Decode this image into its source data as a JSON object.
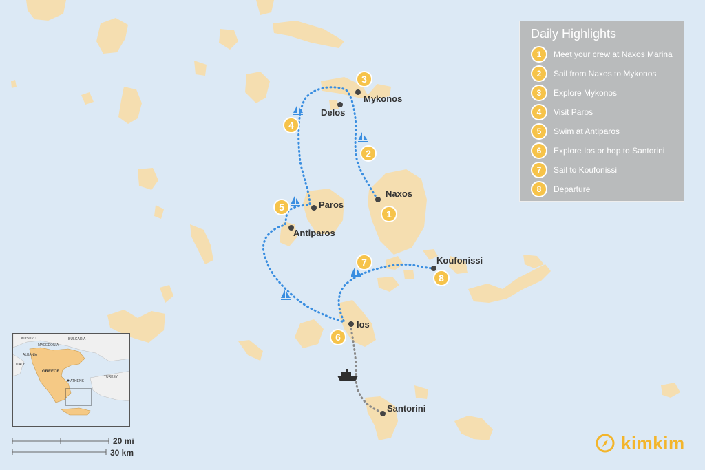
{
  "map": {
    "colors": {
      "water": "#dce9f5",
      "land": "#f5deb0",
      "sail_route": "#3a8ee0",
      "ferry_route": "#8a8a8a",
      "badge": "#f6c34a",
      "town_dot": "#444444"
    },
    "towns": [
      {
        "id": "mykonos",
        "label": "Mykonos"
      },
      {
        "id": "delos",
        "label": "Delos"
      },
      {
        "id": "naxos",
        "label": "Naxos"
      },
      {
        "id": "paros",
        "label": "Paros"
      },
      {
        "id": "antiparos",
        "label": "Antiparos"
      },
      {
        "id": "koufonissi",
        "label": "Koufonissi"
      },
      {
        "id": "ios",
        "label": "Ios"
      },
      {
        "id": "santorini",
        "label": "Santorini"
      }
    ],
    "day_markers": [
      "1",
      "2",
      "3",
      "4",
      "5",
      "6",
      "7",
      "8"
    ],
    "icons": [
      "sailboat-icon",
      "ferry-icon"
    ]
  },
  "legend": {
    "title": "Daily Highlights",
    "items": [
      {
        "num": "1",
        "text": "Meet your crew at Naxos Marina"
      },
      {
        "num": "2",
        "text": "Sail from Naxos to Mykonos"
      },
      {
        "num": "3",
        "text": "Explore Mykonos"
      },
      {
        "num": "4",
        "text": "Visit Paros"
      },
      {
        "num": "5",
        "text": "Swim at Antiparos"
      },
      {
        "num": "6",
        "text": "Explore Ios or hop to Santorini"
      },
      {
        "num": "7",
        "text": "Sail to Koufonissi"
      },
      {
        "num": "8",
        "text": "Departure"
      }
    ]
  },
  "inset": {
    "labels": {
      "kosovo": "KOSOVO",
      "bulgaria": "BULGARIA",
      "macedonia": "MACEDONIA",
      "albania": "ALBANIA",
      "italy": "ITALY",
      "greece": "GREECE",
      "athens": "ATHENS",
      "turkey": "TURKEY"
    }
  },
  "scale": {
    "miles": "20 mi",
    "km": "30 km"
  },
  "brand": {
    "name": "kimkim"
  }
}
